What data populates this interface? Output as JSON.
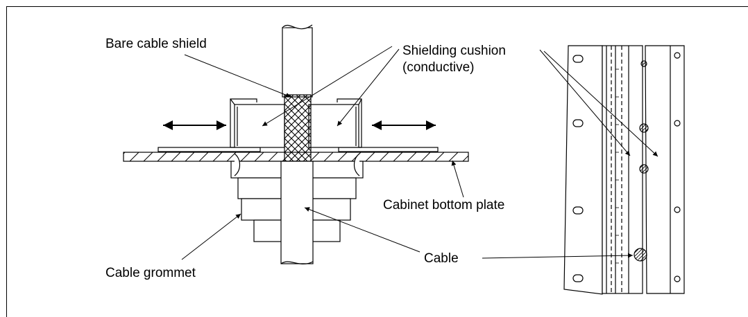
{
  "labels": {
    "bare_cable_shield": "Bare cable shield",
    "shielding_cushion_line1": "Shielding cushion",
    "shielding_cushion_line2": "(conductive)",
    "cabinet_bottom_plate": "Cabinet bottom plate",
    "cable_grommet": "Cable grommet",
    "cable": "Cable"
  }
}
